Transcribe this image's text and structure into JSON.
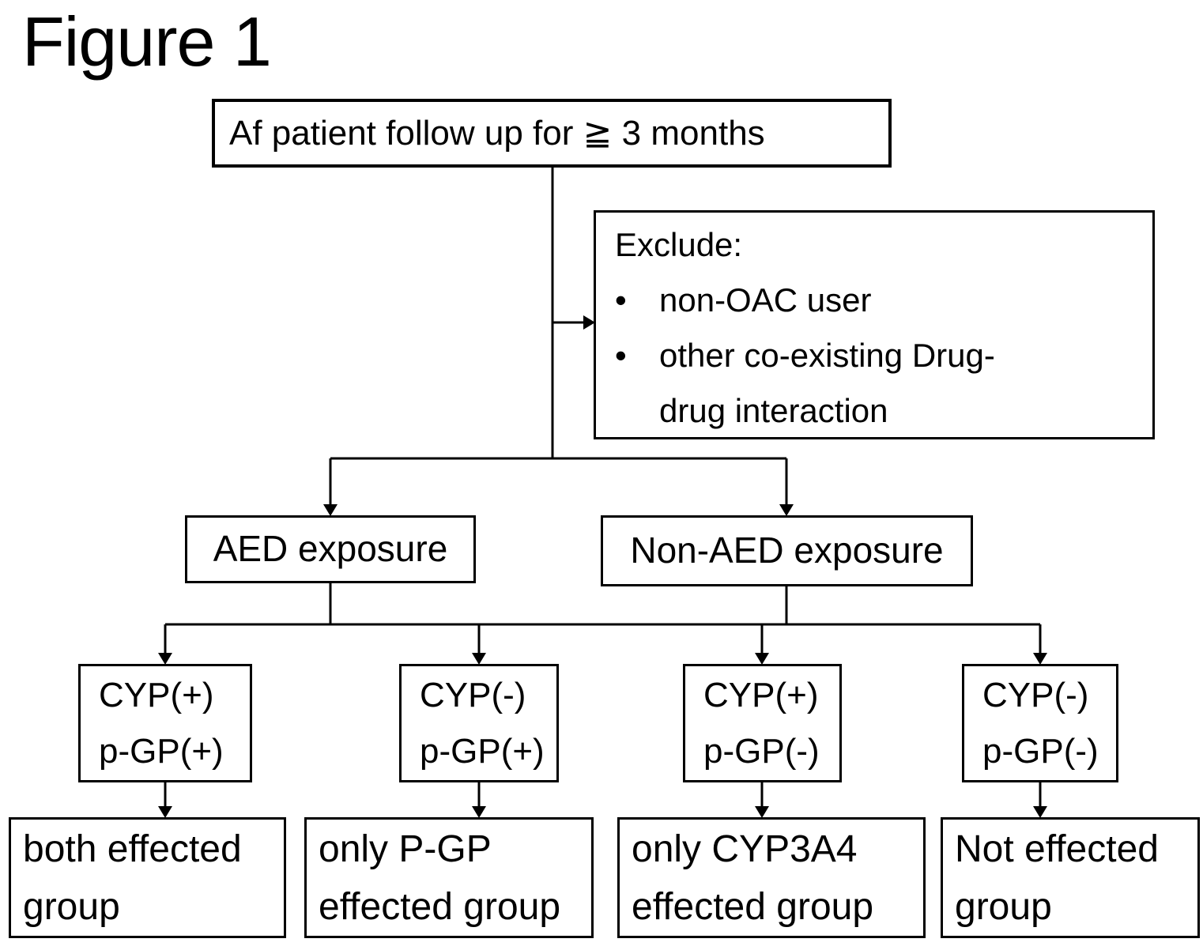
{
  "title": "Figure 1",
  "flowchart": {
    "root_label": "Af patient follow up for ≧ 3 months",
    "exclude_box": {
      "heading": "Exclude:",
      "bullet_glyph": "•",
      "bullets": [
        "non-OAC user",
        "other co-existing Drug-\ndrug interaction"
      ]
    },
    "exposure_branches": [
      {
        "label": "AED exposure"
      },
      {
        "label": "Non-AED exposure"
      }
    ],
    "category_boxes": [
      {
        "cyp": "CYP(+)",
        "pgp": "p-GP(+)"
      },
      {
        "cyp": "CYP(-)",
        "pgp": "p-GP(+)"
      },
      {
        "cyp": "CYP(+)",
        "pgp": "p-GP(-)"
      },
      {
        "cyp": "CYP(-)",
        "pgp": "p-GP(-)"
      }
    ],
    "outcome_boxes": [
      {
        "label": "both effected\ngroup"
      },
      {
        "label": "only P-GP\neffected group"
      },
      {
        "label": "only CYP3A4\neffected group"
      },
      {
        "label": "Not effected\ngroup"
      }
    ]
  }
}
